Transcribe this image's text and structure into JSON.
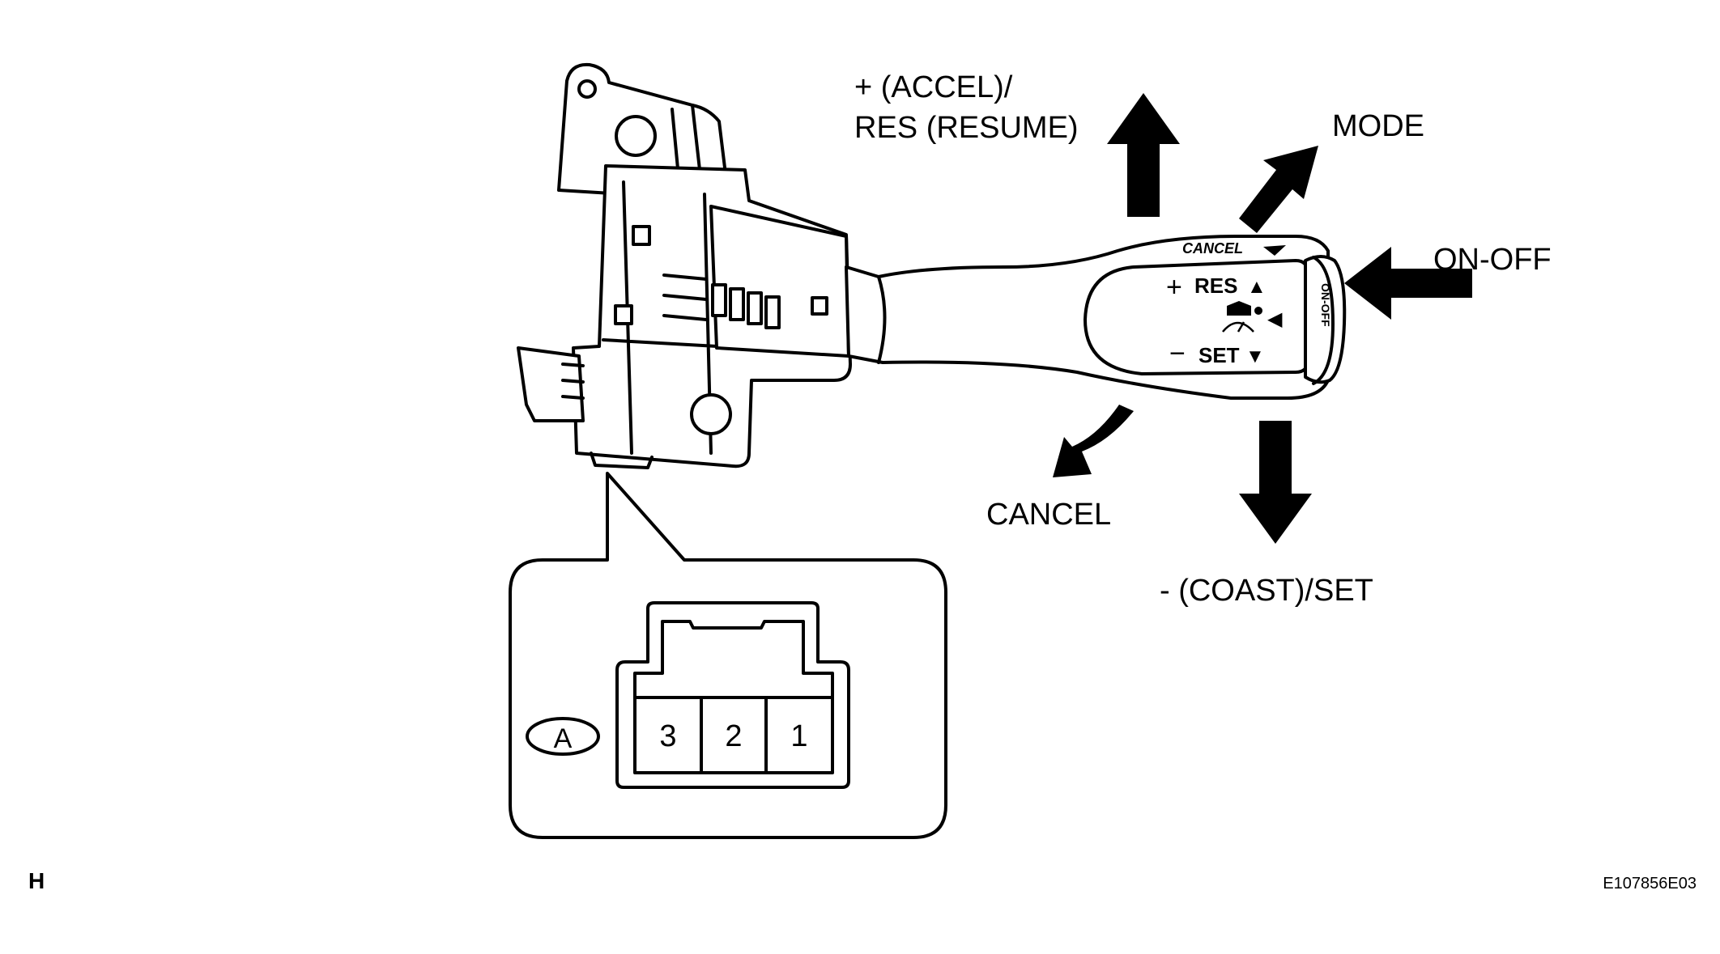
{
  "labels": {
    "accel_line1": "+ (ACCEL)/",
    "accel_line2": "RES (RESUME)",
    "mode": "MODE",
    "on_off": "ON-OFF",
    "cancel": "CANCEL",
    "coast_set": "- (COAST)/SET"
  },
  "switch_face": {
    "cancel": "CANCEL",
    "res": "RES",
    "set": "SET",
    "plus": "+",
    "minus": "−",
    "up_mark": "▲",
    "down_mark": "▼",
    "left_mark": "◀",
    "knob": "ON-OFF"
  },
  "connector": {
    "id": "A",
    "pins": [
      "3",
      "2",
      "1"
    ]
  },
  "corner_left": "H",
  "figure_code": "E107856E03"
}
